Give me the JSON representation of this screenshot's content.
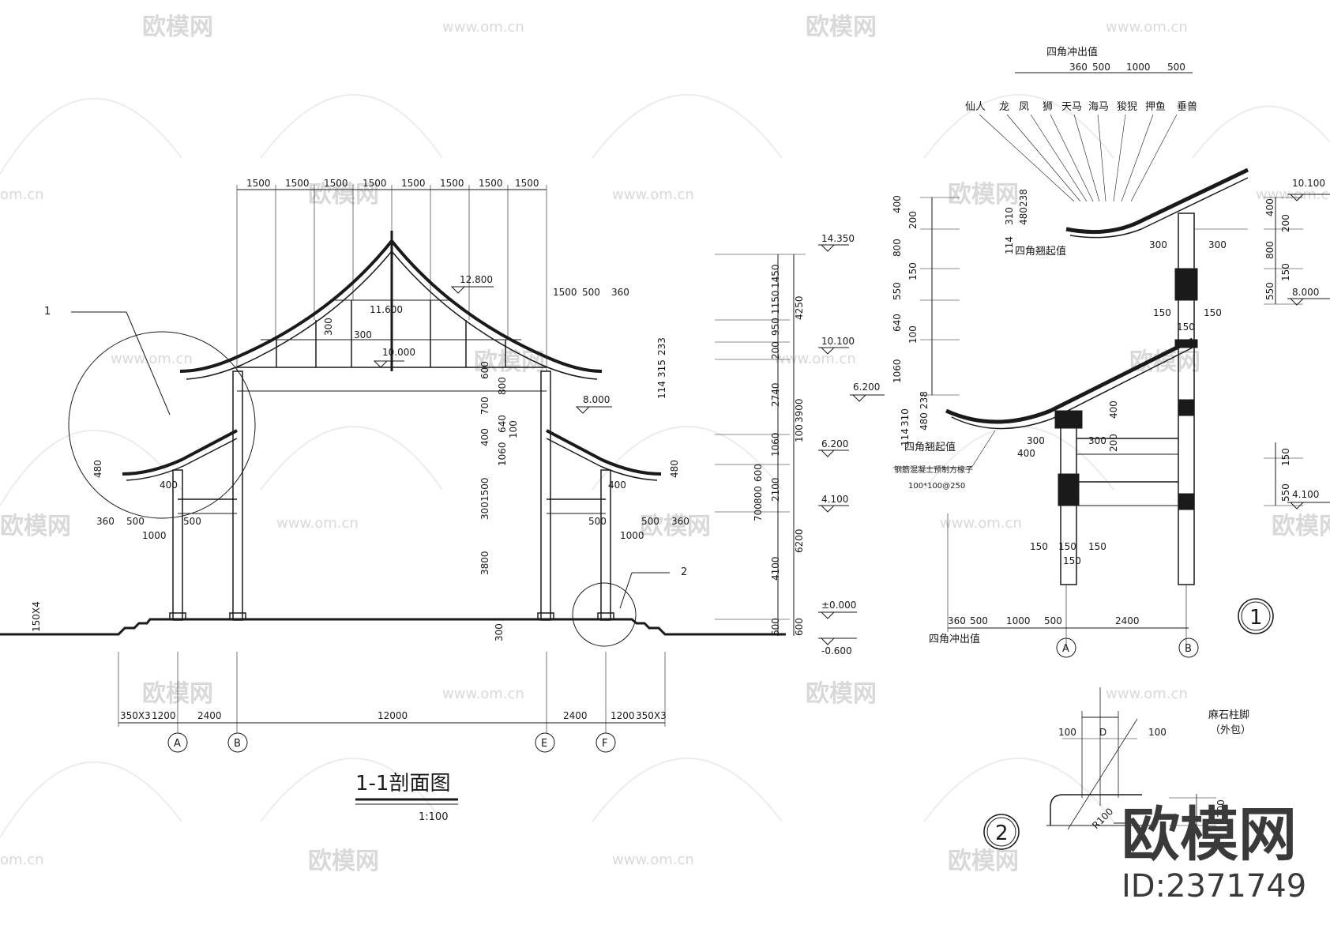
{
  "watermarks": {
    "logo_text": "欧模网",
    "url": "www.om.cn",
    "url_short": "om.cn"
  },
  "section": {
    "title": "1-1剖面图",
    "scale": "1:100",
    "top_dims": [
      "1500",
      "1500",
      "1500",
      "1500",
      "1500",
      "1500",
      "1500",
      "1500"
    ],
    "right_top_dims": [
      "1500",
      "500",
      "360"
    ],
    "elevations": [
      "14.350",
      "12.800",
      "11.600",
      "10.000",
      "10.100",
      "8.000",
      "6.200",
      "6.200",
      "4.100",
      "±0.000",
      "-0.600"
    ],
    "bottom_dims": [
      "350X3",
      "1200",
      "2400",
      "12000",
      "2400",
      "1200",
      "350X3"
    ],
    "axes": [
      "A",
      "B",
      "E",
      "F"
    ],
    "left_dims": [
      "360",
      "500",
      "1000",
      "500",
      "400",
      "480",
      "150X4"
    ],
    "right_dims": [
      "500",
      "500",
      "360",
      "1000",
      "400",
      "480"
    ],
    "inner_dims": [
      "300",
      "300",
      "600",
      "800",
      "700",
      "640",
      "400",
      "100",
      "1060",
      "1500",
      "300",
      "3800",
      "300"
    ],
    "right_column_a": [
      "1450",
      "1150",
      "950",
      "200",
      "2740",
      "1060",
      "600",
      "800",
      "700",
      "2100",
      "4100",
      "600"
    ],
    "right_column_b": [
      "4250",
      "3900",
      "100",
      "6200",
      "600"
    ],
    "eave_dims": [
      "233",
      "315",
      "114"
    ],
    "callouts": [
      "1",
      "2"
    ]
  },
  "detail1": {
    "header_top": "四角冲出值",
    "top_dims": [
      "360",
      "500",
      "1000",
      "500"
    ],
    "figures": [
      "仙人",
      "龙",
      "凤",
      "狮",
      "天马",
      "海马",
      "狻猊",
      "押鱼",
      "垂兽"
    ],
    "left_dims": [
      "400",
      "200",
      "800",
      "150",
      "550",
      "640",
      "100",
      "1060"
    ],
    "eave_small": [
      "310",
      "238",
      "480",
      "114"
    ],
    "eave_small2": [
      "238",
      "310",
      "480",
      "114"
    ],
    "upper_label": "四角翘起值",
    "lower_label": "四角翘起值",
    "rafter_note": "钢筋混凝土预制方椽子",
    "rafter_size": "100*100@250",
    "right_elevs": [
      "10.100",
      "8.000",
      "4.100"
    ],
    "right_dims": [
      "400",
      "200",
      "800",
      "150",
      "550",
      "150",
      "550"
    ],
    "upper_mid": [
      "300",
      "300",
      "150",
      "150",
      "150"
    ],
    "lower_mid": [
      "400",
      "400",
      "300",
      "300",
      "200"
    ],
    "base_dims": [
      "150",
      "150",
      "150",
      "150"
    ],
    "bottom_dims": [
      "360",
      "500",
      "1000",
      "500",
      "2400"
    ],
    "bottom_label": "四角冲出值",
    "axes": [
      "A",
      "B"
    ],
    "number": "1"
  },
  "detail2": {
    "label": "麻石柱脚",
    "label2": "（外包）",
    "dims": [
      "100",
      "D",
      "100"
    ],
    "radius": "R100",
    "side": "200",
    "number": "2"
  },
  "brand": {
    "name": "欧模网",
    "id": "ID:2371749"
  }
}
